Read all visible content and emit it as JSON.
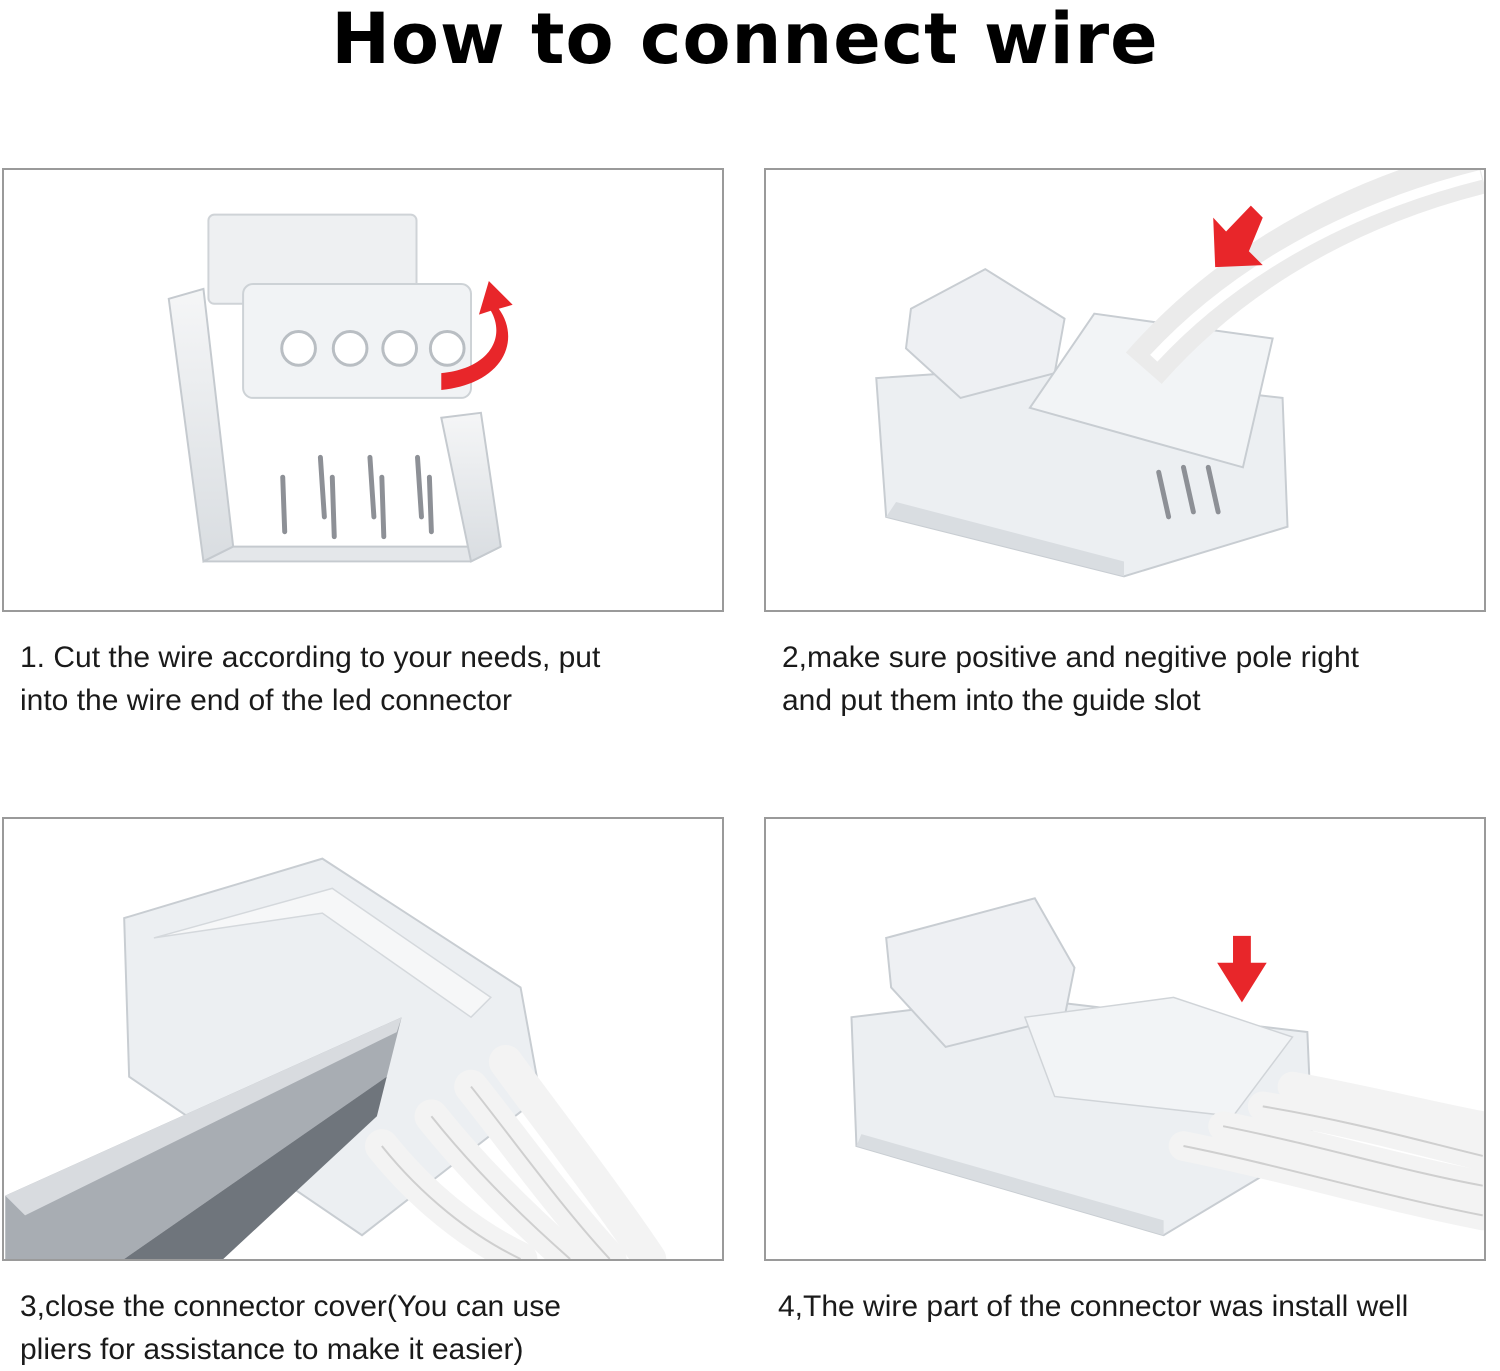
{
  "title": "How to connect wire",
  "steps": [
    {
      "line1": "1. Cut the wire according to your needs, put",
      "line2": "into the wire end of the led connector",
      "image": "connector-open-lid-with-curved-arrow"
    },
    {
      "line1": "2,make sure positive and negitive pole right",
      "line2": "and put them into the guide slot",
      "image": "wire-inserted-into-connector-with-arrow"
    },
    {
      "line1": "3,close the connector cover(You can use",
      "line2": "pliers for assistance to make it easier)",
      "image": "pliers-pressing-connector-cover"
    },
    {
      "line1": "4,The wire part of the connector was install well",
      "line2": "",
      "image": "connector-installed-with-down-arrow"
    }
  ],
  "colors": {
    "arrow": "#e8262a",
    "panel_border": "#9a9a9a",
    "plastic": "#e9ecef",
    "wire": "#f2f2f2",
    "pin": "#8d9096"
  }
}
